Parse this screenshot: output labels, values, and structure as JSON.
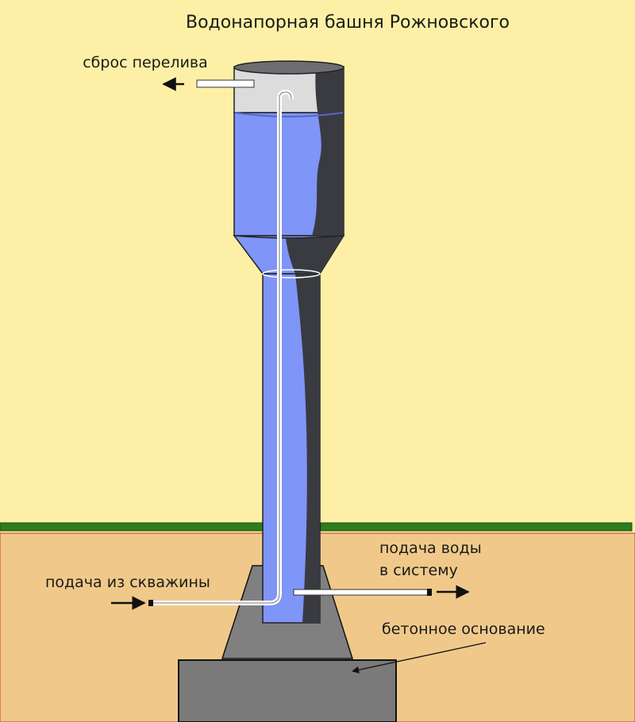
{
  "title": "Водонапорная башня Рожновского",
  "labels": {
    "overflow": "сброс перелива",
    "supply_system_line1": "подача воды",
    "supply_system_line2": "в систему",
    "supply_well": "подача из скважины",
    "foundation": "бетонное основание"
  },
  "colors": {
    "sky": "#fdf0a6",
    "soil": "#f0c98a",
    "grass": "#2e7d1e",
    "water": "#7f95f7",
    "tank_dark": "#3a3b40",
    "concrete": "#808080",
    "pipe": "#ffffff"
  }
}
